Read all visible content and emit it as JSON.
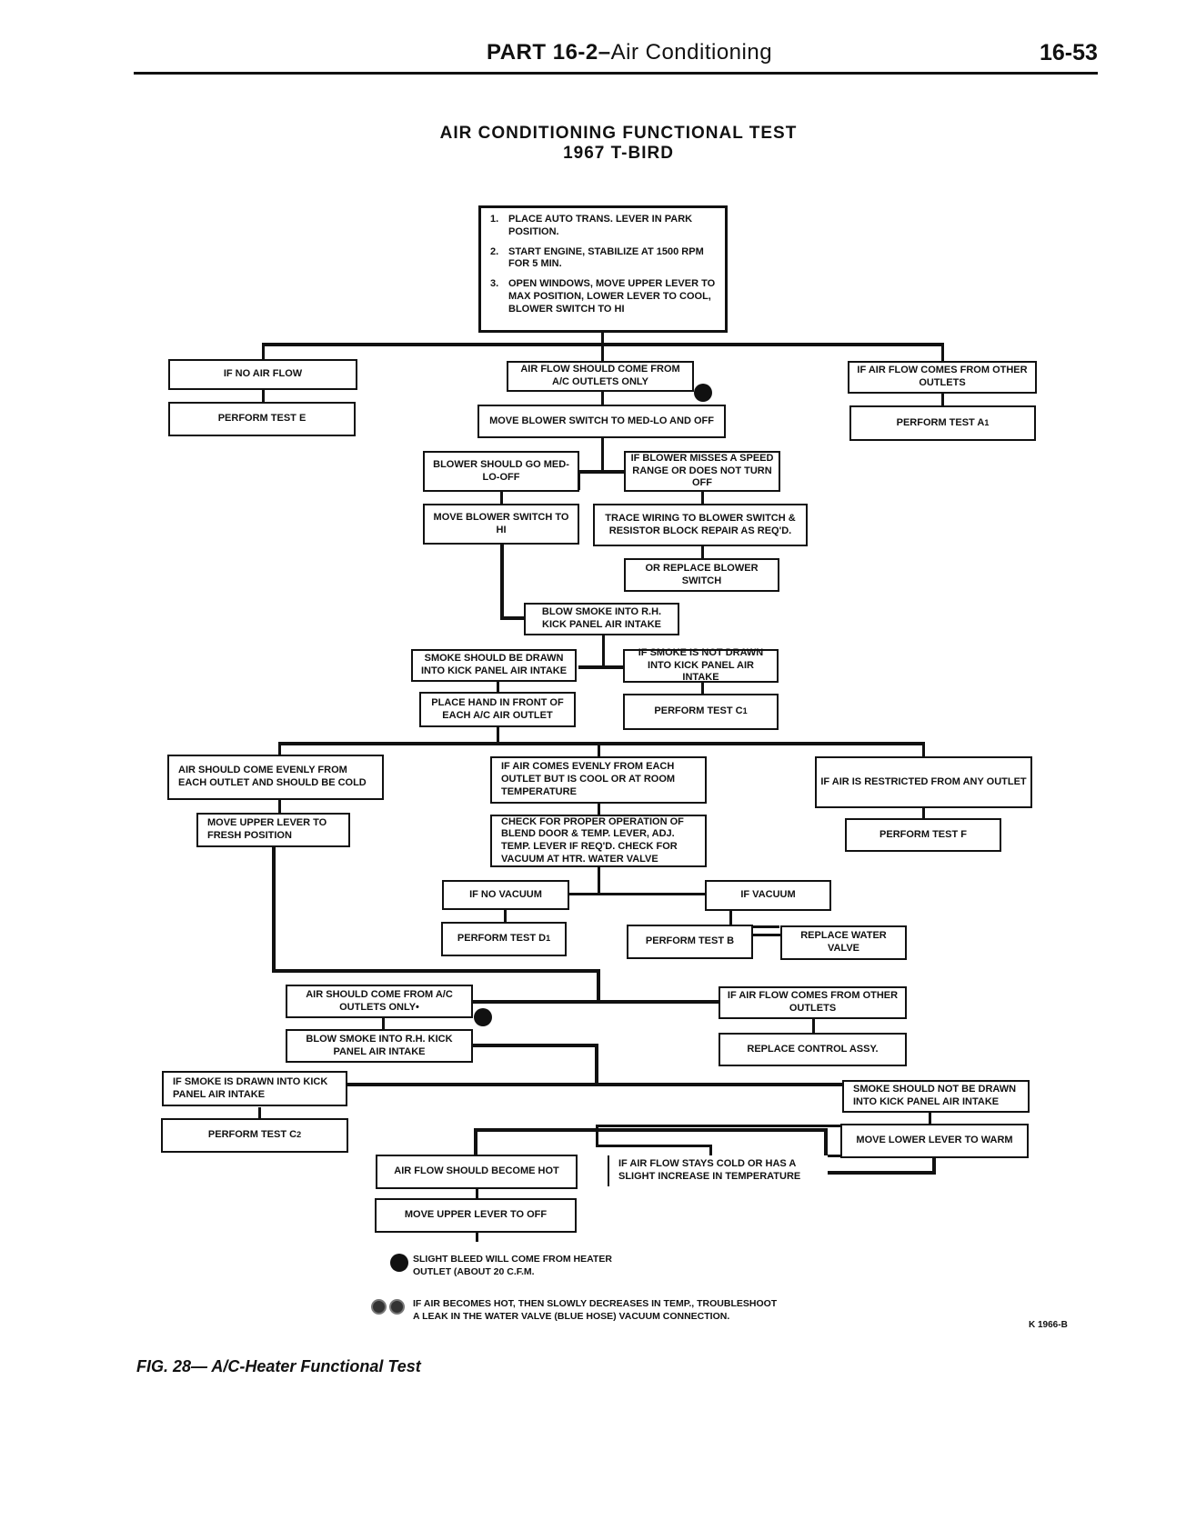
{
  "header": {
    "part_bold": "PART 16-2–",
    "part_thin": "Air Conditioning",
    "page_number": "16-53"
  },
  "title": {
    "line1": "AIR CONDITIONING FUNCTIONAL TEST",
    "line2": "1967 T-BIRD"
  },
  "steps": [
    {
      "num": "1.",
      "text": "PLACE AUTO TRANS. LEVER IN PARK POSITION."
    },
    {
      "num": "2.",
      "text": "START ENGINE, STABILIZE AT 1500 RPM FOR 5 MIN."
    },
    {
      "num": "3.",
      "text": "OPEN WINDOWS, MOVE UPPER LEVER TO MAX POSITION, LOWER LEVER TO COOL, BLOWER SWITCH TO HI"
    }
  ],
  "boxes": {
    "no_air_flow": "IF NO AIR FLOW",
    "perform_test_e": "PERFORM TEST E",
    "air_flow_ac_only": "AIR FLOW SHOULD COME FROM A/C OUTLETS ONLY",
    "air_other_outlets_1": "IF AIR FLOW COMES FROM OTHER OUTLETS",
    "perform_test_a1": "PERFORM TEST A",
    "perform_test_a1_sub": "1",
    "move_blower_med": "MOVE BLOWER SWITCH TO MED-LO AND OFF",
    "blower_should_go": "BLOWER SHOULD GO MED-LO-OFF",
    "blower_misses": "IF BLOWER MISSES A SPEED RANGE OR DOES NOT TURN OFF",
    "move_blower_hi": "MOVE BLOWER SWITCH TO HI",
    "trace_wiring": "TRACE WIRING TO BLOWER SWITCH & RESISTOR BLOCK REPAIR AS REQ'D.",
    "replace_blower_switch": "OR REPLACE BLOWER SWITCH",
    "blow_smoke_1": "BLOW SMOKE INTO R.H. KICK PANEL AIR INTAKE",
    "smoke_drawn": "SMOKE SHOULD BE DRAWN INTO KICK PANEL AIR INTAKE",
    "smoke_not_drawn": "IF SMOKE IS NOT DRAWN INTO KICK PANEL AIR INTAKE",
    "place_hand": "PLACE HAND IN FRONT OF EACH A/C AIR OUTLET",
    "perform_test_c1": "PERFORM TEST C",
    "perform_test_c1_sub": "1",
    "air_even_cold": "AIR SHOULD COME EVENLY FROM EACH OUTLET AND SHOULD BE COLD",
    "air_even_cool": "IF AIR COMES EVENLY FROM EACH OUTLET BUT IS COOL OR AT ROOM TEMPERATURE",
    "air_restricted": "IF AIR IS RESTRICTED FROM ANY OUTLET",
    "move_upper_fresh": "MOVE UPPER LEVER TO FRESH POSITION",
    "check_blend": "CHECK FOR PROPER OPERATION OF BLEND DOOR & TEMP. LEVER, ADJ. TEMP. LEVER IF REQ'D. CHECK FOR VACUUM AT HTR. WATER VALVE",
    "perform_test_f": "PERFORM TEST F",
    "no_vacuum": "IF NO VACUUM",
    "vacuum": "IF VACUUM",
    "perform_test_d1": "PERFORM TEST D",
    "perform_test_d1_sub": "1",
    "perform_test_b": "PERFORM TEST B",
    "replace_water_valve": "REPLACE WATER VALVE",
    "air_ac_only_2": "AIR SHOULD COME FROM A/C OUTLETS ONLY•",
    "air_other_outlets_2": "IF AIR FLOW COMES FROM OTHER OUTLETS",
    "blow_smoke_2": "BLOW SMOKE INTO R.H. KICK PANEL AIR INTAKE",
    "replace_control": "REPLACE CONTROL ASSY.",
    "smoke_drawn_kick": "IF SMOKE IS DRAWN INTO KICK PANEL AIR INTAKE",
    "smoke_not_drawn_2": "SMOKE SHOULD NOT BE DRAWN INTO KICK PANEL AIR INTAKE",
    "perform_test_c2": "PERFORM TEST C",
    "perform_test_c2_sub": "2",
    "move_lower_warm": "MOVE LOWER LEVER TO WARM",
    "air_should_hot": "AIR FLOW SHOULD BECOME HOT",
    "air_stays_cold": "IF AIR FLOW STAYS COLD OR HAS A SLIGHT INCREASE IN TEMPERATURE",
    "move_upper_off": "MOVE UPPER LEVER TO OFF"
  },
  "notes": {
    "bleed": "SLIGHT BLEED WILL COME FROM HEATER OUTLET (ABOUT 20 C.F.M.",
    "hot_line1": "IF AIR BECOMES HOT, THEN SLOWLY DECREASES IN TEMP., TROUBLESHOOT",
    "hot_line2": "A LEAK IN THE WATER VALVE (BLUE HOSE) VACUUM CONNECTION."
  },
  "ref_code": "K 1966-B",
  "caption": "FIG. 28— A/C-Heater Functional Test"
}
